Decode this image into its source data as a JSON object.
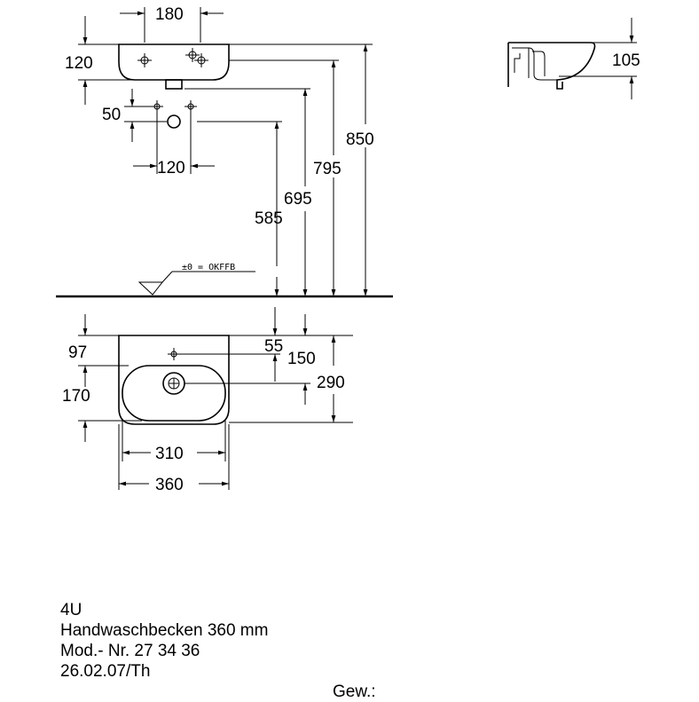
{
  "dimensions": {
    "top_width_hole_spacing": "180",
    "front_height": "120",
    "outlet_offset": "50",
    "outlet_spacing": "120",
    "height_585": "585",
    "height_695": "695",
    "height_795": "795",
    "height_850": "850",
    "floor_reference": "±0 = OKFFB",
    "side_depth": "105",
    "plan_97": "97",
    "plan_55": "55",
    "plan_150": "150",
    "plan_170": "170",
    "plan_290": "290",
    "bowl_width": "310",
    "overall_width": "360"
  },
  "title_block": {
    "series": "4U",
    "description": "Handwaschbecken 360 mm",
    "model": "Mod.- Nr. 27 34 36",
    "date_author": "26.02.07/Th",
    "weight_label": "Gew.:"
  }
}
